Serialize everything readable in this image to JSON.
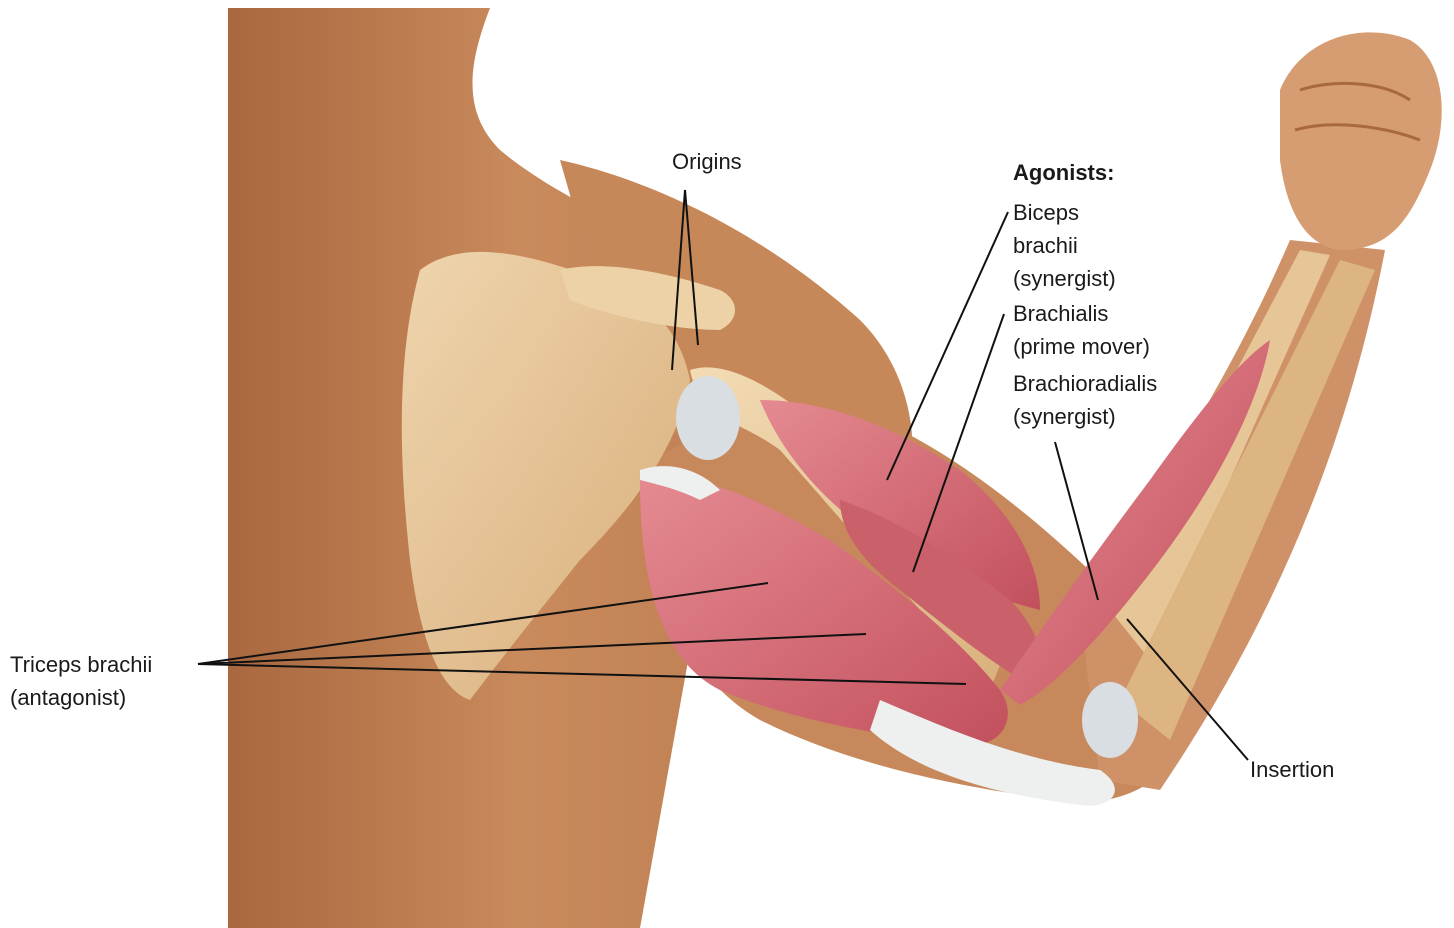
{
  "labels": {
    "origins": "Origins",
    "agonists_heading": "Agonists:",
    "biceps_line1": "Biceps",
    "biceps_line2": "brachii",
    "biceps_line3": "(synergist)",
    "brachialis_line1": "Brachialis",
    "brachialis_line2": "(prime mover)",
    "brachioradialis_line1": "Brachioradialis",
    "brachioradialis_line2": "(synergist)",
    "triceps_line1": "Triceps brachii",
    "triceps_line2": "(antagonist)",
    "insertion": "Insertion"
  },
  "colors": {
    "skin": "#c88a5e",
    "skin_shadow": "#9a6039",
    "bone": "#e8c99a",
    "cartilage": "#d8dde0",
    "muscle": "#d96f78",
    "muscle_dark": "#b94a57",
    "tendon": "#eef0ef",
    "leader_line": "#111111"
  }
}
